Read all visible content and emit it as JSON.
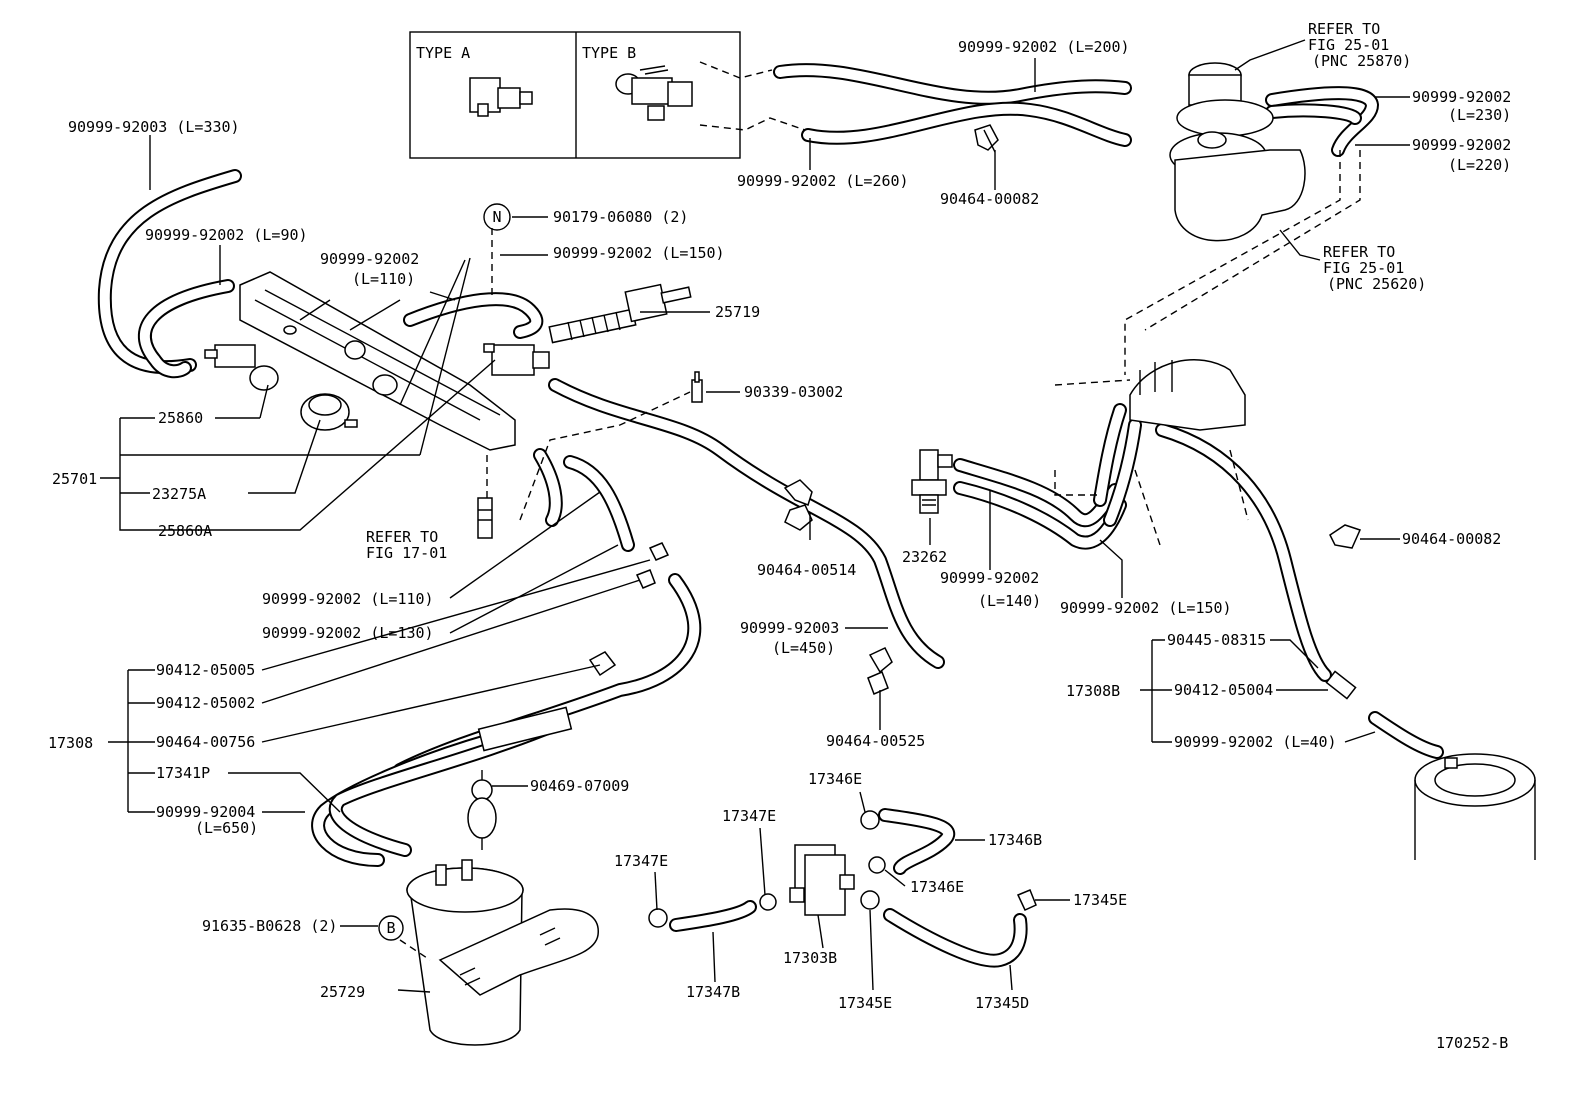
{
  "diagram": {
    "inset": {
      "type_a": "TYPE A",
      "type_b": "TYPE B"
    },
    "marks": {
      "n": "N",
      "b": "B"
    },
    "labels": {
      "l_90999_92003_330": "90999-92003 (L=330)",
      "l_90999_92002_90": "90999-92002 (L=90)",
      "l_90999_92002_110a_pn": "90999-92002",
      "l_90999_92002_110a_len": "(L=110)",
      "l_90179": "90179-06080 (2)",
      "l_90999_92002_150a": "90999-92002 (L=150)",
      "l_25719": "25719",
      "l_90339": "90339-03002",
      "l_25860": "25860",
      "l_25701": "25701",
      "l_23275a": "23275A",
      "l_25860a": "25860A",
      "l_refer_17_a": "REFER TO",
      "l_refer_17_b": "FIG 17-01",
      "l_90999_92002_110b": "90999-92002 (L=110)",
      "l_90999_92002_130": "90999-92002 (L=130)",
      "l_90412_05005": "90412-05005",
      "l_90412_05002": "90412-05002",
      "l_17308": "17308",
      "l_90464_00756": "90464-00756",
      "l_17341p": "17341P",
      "l_90999_92004_pn": "90999-92004",
      "l_90999_92004_len": "(L=650)",
      "l_90469": "90469-07009",
      "l_91635": "91635-B0628 (2)",
      "l_25729": "25729",
      "l_90999_92002_200": "90999-92002 (L=200)",
      "l_90999_92002_260": "90999-92002 (L=260)",
      "l_90464_00082a": "90464-00082",
      "l_90464_00514": "90464-00514",
      "l_90999_92003_450_pn": "90999-92003",
      "l_90999_92003_450_len": "(L=450)",
      "l_90464_00525": "90464-00525",
      "l_refer_25870_a": "REFER TO",
      "l_refer_25870_b": "FIG 25-01",
      "l_refer_25870_c": "(PNC 25870)",
      "l_90999_92002_230_pn": "90999-92002",
      "l_90999_92002_230_len": "(L=230)",
      "l_90999_92002_220_pn": "90999-92002",
      "l_90999_92002_220_len": "(L=220)",
      "l_refer_25620_a": "REFER TO",
      "l_refer_25620_b": "FIG 25-01",
      "l_refer_25620_c": "(PNC 25620)",
      "l_23262": "23262",
      "l_90999_92002_140_pn": "90999-92002",
      "l_90999_92002_140_len": "(L=140)",
      "l_90999_92002_150b": "90999-92002 (L=150)",
      "l_90464_00082b": "90464-00082",
      "l_90445": "90445-08315",
      "l_17308b": "17308B",
      "l_90412_05004": "90412-05004",
      "l_90999_92002_40": "90999-92002 (L=40)",
      "l_17346e_top": "17346E",
      "l_17347e_a": "17347E",
      "l_17347e_b": "17347E",
      "l_17346b": "17346B",
      "l_17346e_bot": "17346E",
      "l_17345e_right": "17345E",
      "l_17303b": "17303B",
      "l_17347b": "17347B",
      "l_17345e_bot": "17345E",
      "l_17345d": "17345D",
      "l_fig_code": "170252-B"
    }
  }
}
